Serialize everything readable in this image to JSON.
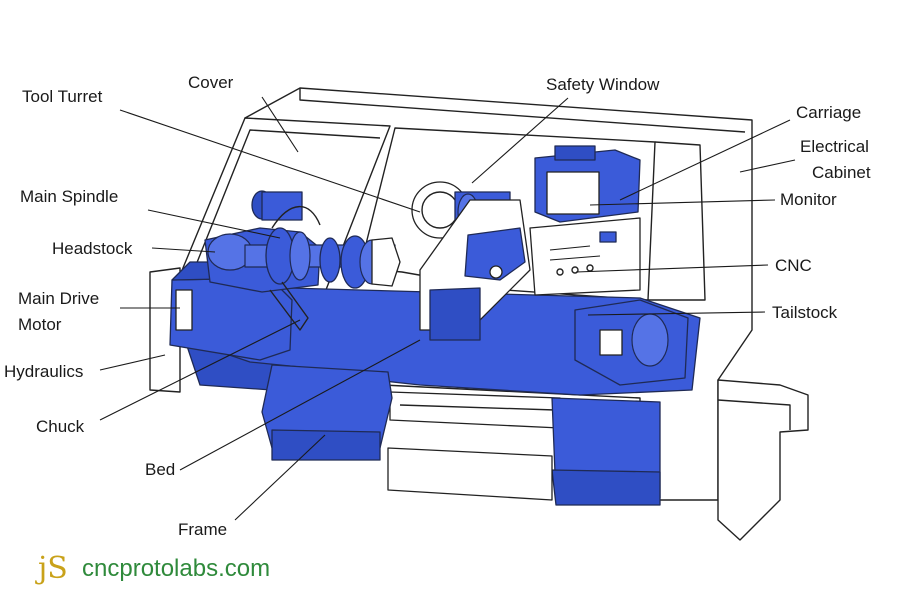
{
  "diagram": {
    "labels": {
      "cover": "Cover",
      "tool_turret": "Tool Turret",
      "safety_window": "Safety Window",
      "carriage": "Carriage",
      "electrical_cabinet_1": "Electrical",
      "electrical_cabinet_2": "Cabinet",
      "monitor": "Monitor",
      "main_spindle": "Main Spindle",
      "headstock": "Headstock",
      "cnc": "CNC",
      "main_drive_motor_1": "Main Drive",
      "main_drive_motor_2": "Motor",
      "tailstock": "Tailstock",
      "hydraulics": "Hydraulics",
      "chuck": "Chuck",
      "bed": "Bed",
      "frame": "Frame"
    },
    "colors": {
      "machine_blue": "#3b5bd9",
      "outline": "#222222",
      "brand_gold": "#c9a21a",
      "brand_green": "#2f8a3b"
    }
  },
  "watermark": {
    "logo_mark": "jS",
    "site": "cncprotolabs.com"
  }
}
